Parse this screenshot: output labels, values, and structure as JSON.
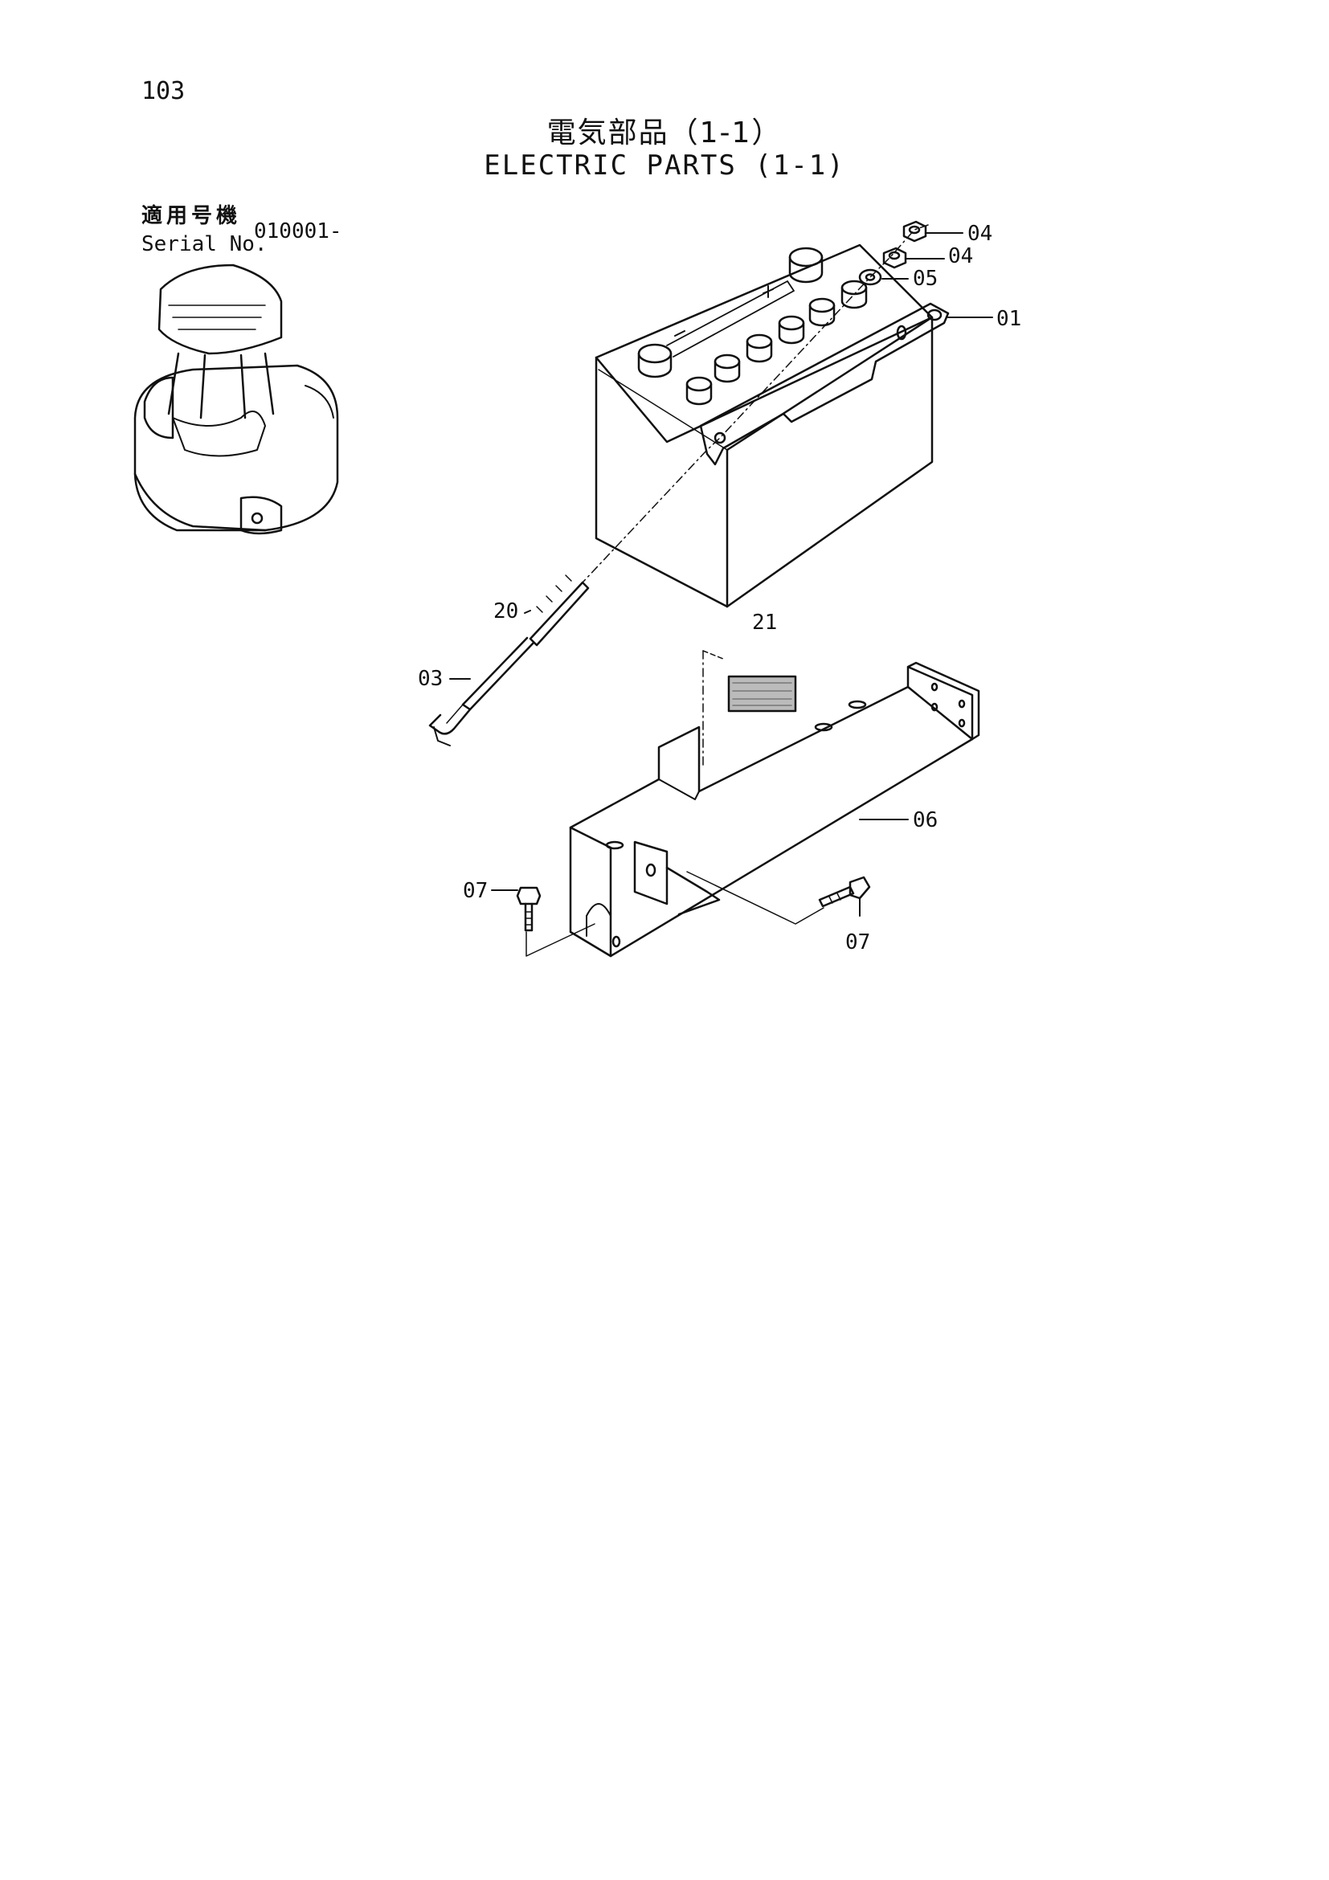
{
  "page": {
    "number": "103",
    "title_jp": "電気部品（1-1）",
    "title_en": "ELECTRIC PARTS (1-1)"
  },
  "serial": {
    "label_jp": "適用号機",
    "label_en": "Serial No.",
    "value": "010001-"
  },
  "callouts": {
    "nut_upper": "04",
    "nut_lower": "04",
    "washer": "05",
    "clamp_bar": "01",
    "rod_thread": "20",
    "hook_rod": "03",
    "label_plate": "21",
    "battery_bracket": "06",
    "bolt_left": "07",
    "bolt_right": "07"
  }
}
